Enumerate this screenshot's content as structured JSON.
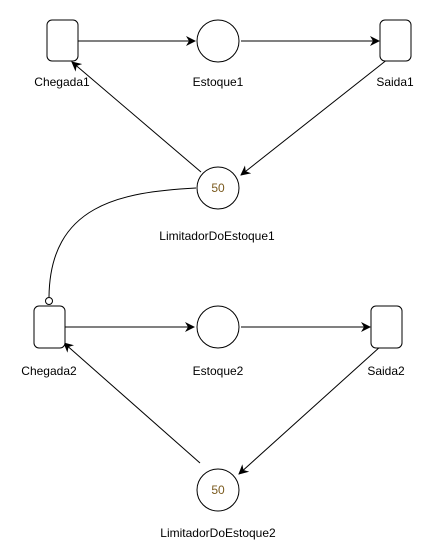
{
  "net1": {
    "transitions": {
      "arrival": "Chegada1",
      "exit": "Saida1"
    },
    "places": {
      "stock": {
        "label": "Estoque1"
      },
      "limiter": {
        "label": "LimitadorDoEstoque1",
        "tokens": "50"
      }
    }
  },
  "net2": {
    "transitions": {
      "arrival": "Chegada2",
      "exit": "Saida2"
    },
    "places": {
      "stock": {
        "label": "Estoque2"
      },
      "limiter": {
        "label": "LimitadorDoEstoque2",
        "tokens": "50"
      }
    }
  }
}
